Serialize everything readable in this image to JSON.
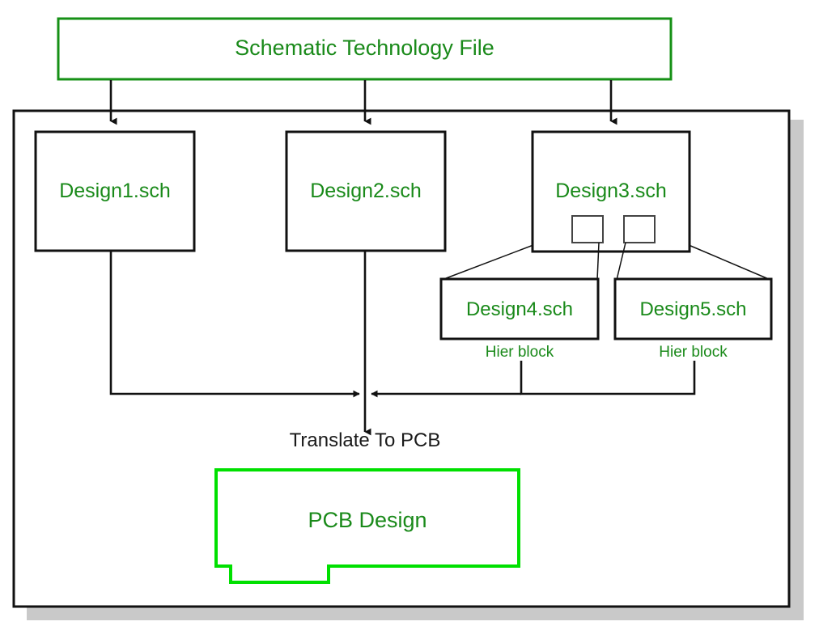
{
  "diagram": {
    "title_box": {
      "label": "Schematic Technology File",
      "border_color": "#169016",
      "text_color": "#1a8a1a"
    },
    "container": {
      "border_color": "#111111",
      "shadow_color": "#c8c8c8"
    },
    "schematics": [
      {
        "id": "design1",
        "label": "Design1.sch"
      },
      {
        "id": "design2",
        "label": "Design2.sch"
      },
      {
        "id": "design3",
        "label": "Design3.sch"
      },
      {
        "id": "design4",
        "label": "Design4.sch"
      },
      {
        "id": "design5",
        "label": "Design5.sch"
      }
    ],
    "hier_blocks": [
      {
        "id": "hier-block-4",
        "label": "Hier block"
      },
      {
        "id": "hier-block-5",
        "label": "Hier block"
      }
    ],
    "hier_sub_boxes": [
      {
        "id": "sub-box-left"
      },
      {
        "id": "sub-box-right"
      }
    ],
    "translate_step": {
      "label": "Translate To PCB",
      "text_color": "#1a1a1a"
    },
    "pcb_board": {
      "label": "PCB Design",
      "border_color": "#00e000",
      "text_color": "#1a8a1a"
    },
    "arrow_color": "#111111"
  }
}
